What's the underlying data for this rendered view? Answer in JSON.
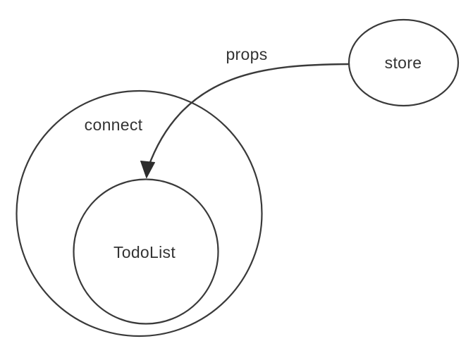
{
  "diagram": {
    "title": "redux connect diagram",
    "background_color": "#ffffff",
    "stroke_color": "#3a3a3a",
    "text_color": "#333333",
    "nodes": [
      {
        "id": "store",
        "label": "store",
        "shape": "ellipse"
      },
      {
        "id": "connect",
        "label": "connect",
        "shape": "circle"
      },
      {
        "id": "todolist",
        "label": "TodoList",
        "shape": "circle"
      }
    ],
    "edges": [
      {
        "from": "store",
        "to": "todolist",
        "label": "props",
        "style": "curved-arrow"
      }
    ],
    "labels": {
      "store": "store",
      "connect": "connect",
      "todolist": "TodoList",
      "props": "props"
    }
  }
}
